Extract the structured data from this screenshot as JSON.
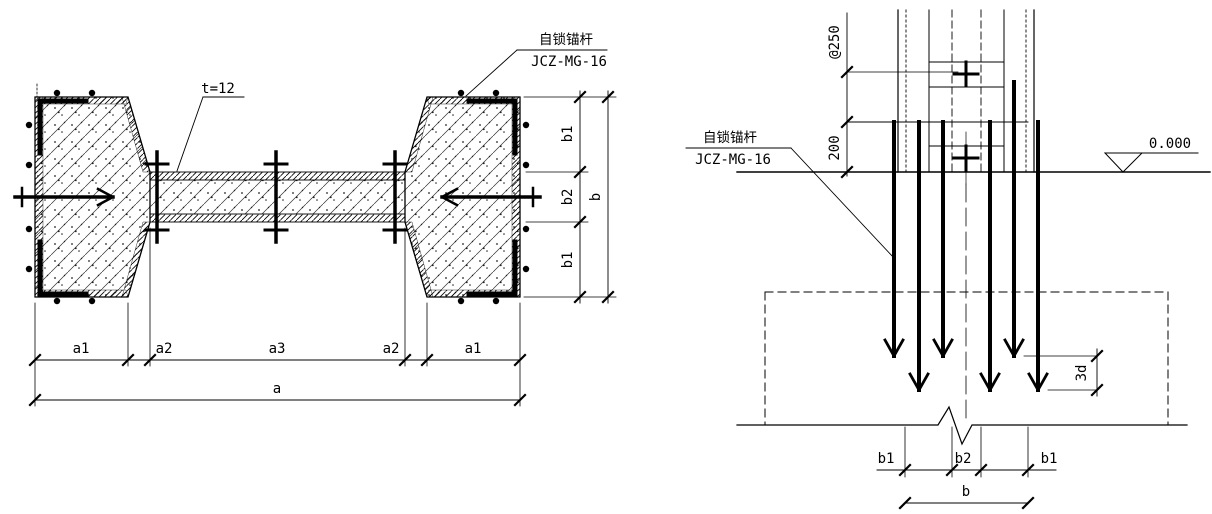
{
  "drawing": {
    "background": "#ffffff",
    "line_color": "#000000",
    "left_view": {
      "callout": {
        "line1": "自锁锚杆",
        "line2": "JCZ-MG-16"
      },
      "web_thickness": "t=12",
      "dim_a": {
        "a1": "a1",
        "a2": "a2",
        "a3": "a3",
        "a": "a"
      },
      "dim_b": {
        "b1": "b1",
        "b2": "b2",
        "b": "b"
      }
    },
    "right_view": {
      "callout": {
        "line1": "自锁锚杆",
        "line2": "JCZ-MG-16"
      },
      "tie_spacing": "@250",
      "top_offset": "200",
      "level": "0.000",
      "hook_stagger": "3d",
      "dim_b": {
        "b1": "b1",
        "b2": "b2",
        "b": "b"
      }
    }
  }
}
